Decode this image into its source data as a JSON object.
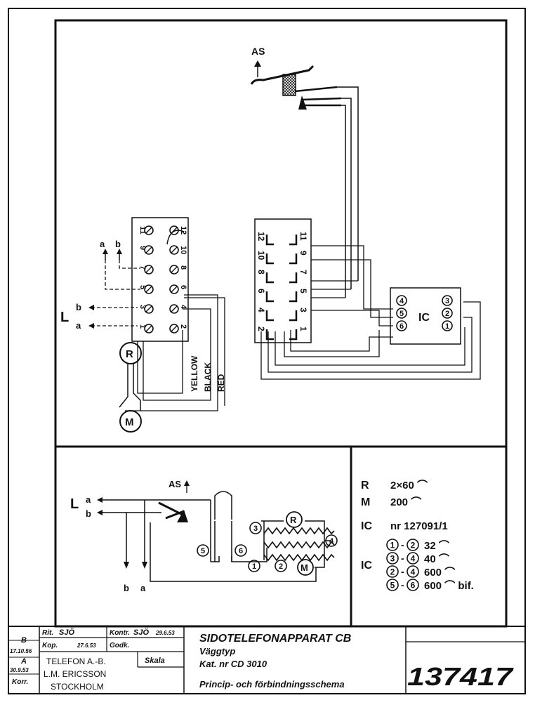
{
  "top_diagram": {
    "hook_label": "AS",
    "line_label": "L",
    "wire_a": "a",
    "wire_b": "b",
    "loose_a": "a",
    "loose_b": "b",
    "receiver": "R",
    "magnet": "M",
    "left_block_terms": [
      {
        "l": "11",
        "r": "12"
      },
      {
        "l": "9",
        "r": "10"
      },
      {
        "l": "7",
        "r": "8"
      },
      {
        "l": "5",
        "r": "6"
      },
      {
        "l": "3",
        "r": "4"
      },
      {
        "l": "1",
        "r": "2"
      }
    ],
    "cable_colors": [
      "YELLOW",
      "BLACK",
      "RED"
    ],
    "center_block_terms": [
      {
        "l": "12",
        "r": "11"
      },
      {
        "l": "10",
        "r": "9"
      },
      {
        "l": "8",
        "r": "7"
      },
      {
        "l": "6",
        "r": "5"
      },
      {
        "l": "4",
        "r": "3"
      },
      {
        "l": "2",
        "r": "1"
      }
    ],
    "ic_label": "IC",
    "ic_left_terms": [
      "4",
      "5",
      "6"
    ],
    "ic_right_terms": [
      "3",
      "2",
      "1"
    ]
  },
  "schematic": {
    "hook_label": "AS",
    "line_label": "L",
    "wire_a": "a",
    "wire_b": "b",
    "bottom_b": "b",
    "bottom_a": "a",
    "receiver": "R",
    "magnet": "M",
    "coil_numbers": [
      "1",
      "2",
      "3",
      "4",
      "5",
      "6"
    ]
  },
  "legend": {
    "rows": [
      {
        "sym": "R",
        "val": "2×60 ⌒"
      },
      {
        "sym": "M",
        "val": "200 ⌒"
      },
      {
        "sym": "IC",
        "val": "nr 127091/1"
      }
    ],
    "ic_label": "IC",
    "ic_rows": [
      {
        "a": "1",
        "b": "2",
        "val": "32 ⌒"
      },
      {
        "a": "3",
        "b": "4",
        "val": "40 ⌒"
      },
      {
        "a": "2",
        "b": "4",
        "val": "600 ⌒"
      },
      {
        "a": "5",
        "b": "6",
        "val": "600 ⌒ bif."
      }
    ]
  },
  "title_block": {
    "rev_b": "B",
    "rev_b_date": "17.10.56",
    "rev_a": "A",
    "rev_a_date": "30.9.53",
    "korr": "Korr.",
    "rit_label": "Rit.",
    "rit_value": "SJÖ",
    "kontr_label": "Kontr.",
    "kontr_value": "SJÖ",
    "kontr_date": "29.6.53",
    "kop_label": "Kop.",
    "kop_date": "27.6.53",
    "godk_label": "Godk.",
    "skala_label": "Skala",
    "company_1": "TELEFON A.-B.",
    "company_2": "L.M. ERICSSON",
    "company_3": "STOCKHOLM",
    "title": "SIDOTELEFONAPPARAT CB",
    "subtitle_1": "Väggtyp",
    "subtitle_2": "Kat. nr CD 3010",
    "subtitle_3": "Princip- och förbindningsschema",
    "drawing_number": "137417"
  }
}
